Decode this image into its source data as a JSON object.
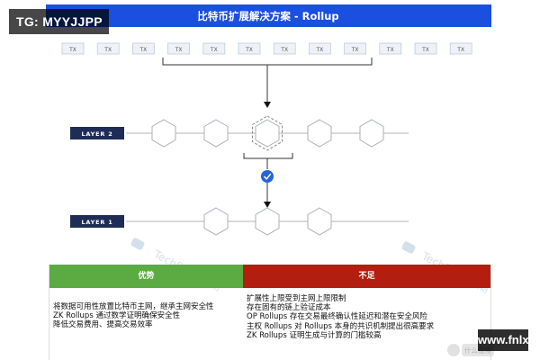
{
  "tag": "TG: MYYJJPP",
  "title": "比特币扩展解决方案 - Rollup",
  "colors": {
    "title_bg": "#1b4fe0",
    "layer_bg": "#1e2d55",
    "check": "#2466d9",
    "pros": "#5bab42",
    "cons": "#b21e10"
  },
  "tx_labels": [
    "TX",
    "TX",
    "TX",
    "TX",
    "TX",
    "TX",
    "TX",
    "TX",
    "TX",
    "TX",
    "TX",
    "TX"
  ],
  "layer2_label": "LAYER 2",
  "layer1_label": "LAYER 1",
  "icons": {
    "check": "check-icon"
  },
  "watermark": "TechFlow 深潮",
  "corner_wm": "www.fnlx.com",
  "corner_badge": "什么值得",
  "pros": {
    "header": "优势",
    "lines": [
      "将数据可用性放置比特币主网，继承主网安全性",
      "ZK Rollups 通过数学证明确保安全性",
      "降低交易费用、提高交易效率"
    ]
  },
  "cons": {
    "header": "不足",
    "lines": [
      "扩展性上限受到主网上限限制",
      "存在固有的链上验证成本",
      "OP Rollups 存在交易最终确认性延迟和潜在安全风险",
      "主权 Rollups 对 Rollups 本身的共识机制提出很高要求",
      "ZK Rollups 证明生成与计算的门槛较高"
    ]
  }
}
